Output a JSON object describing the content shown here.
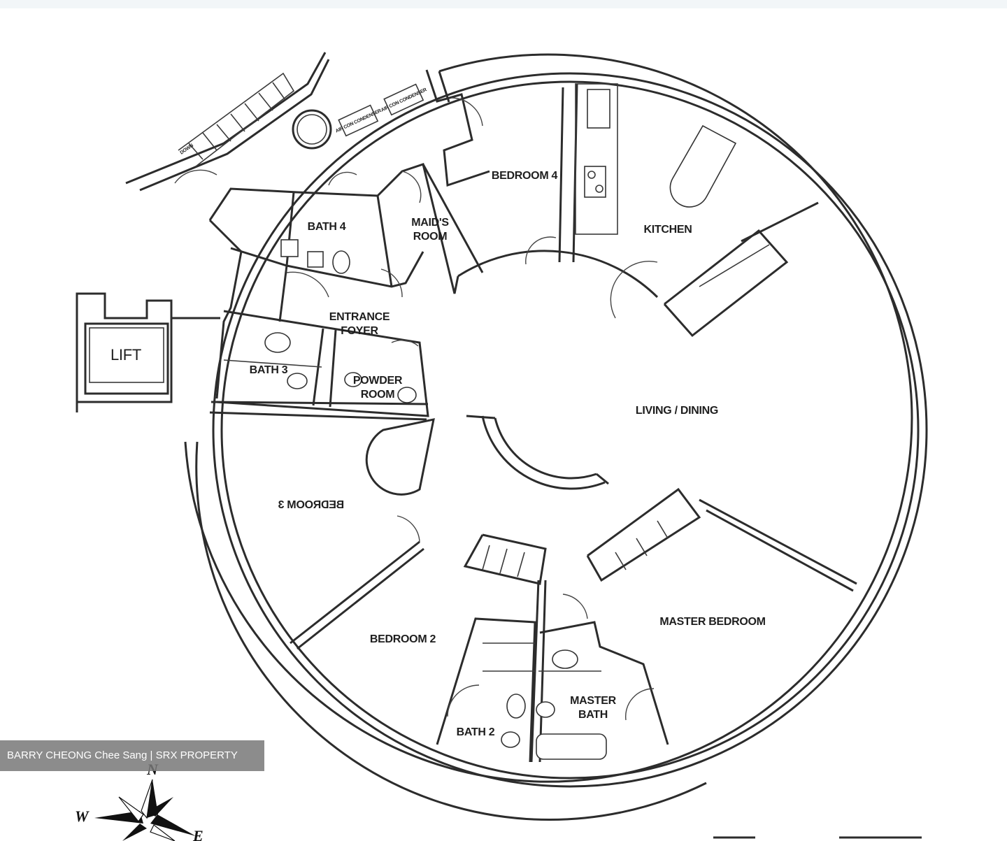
{
  "rooms": {
    "bedroom_4": "BEDROOM 4",
    "kitchen": "KITCHEN",
    "bath_4": "BATH 4",
    "maids_room_line1": "MAID'S",
    "maids_room_line2": "ROOM",
    "entrance_foyer_line1": "ENTRANCE",
    "entrance_foyer_line2": "FOYER",
    "lift": "LIFT",
    "bath_3": "BATH 3",
    "powder_room_line1": "POWDER",
    "powder_room_line2": "ROOM",
    "living_dining": "LIVING / DINING",
    "bedroom_3_mirrored": "BEDROOM 3",
    "bedroom_2": "BEDROOM 2",
    "master_bedroom": "MASTER BEDROOM",
    "master_bath_line1": "MASTER",
    "master_bath_line2": "BATH",
    "bath_2": "BATH 2"
  },
  "small_labels": {
    "aircon_1": "AIR CON CONDENSER",
    "aircon_2": "AIR CON CONDENSER",
    "stair_label": "DOWN"
  },
  "compass": {
    "north": "N",
    "west": "W",
    "east": "E"
  },
  "watermark": "BARRY CHEONG Chee Sang | SRX PROPERTY",
  "colors": {
    "line": "#2c2c2c",
    "watermark_bg": "#787878",
    "background": "#ffffff"
  }
}
